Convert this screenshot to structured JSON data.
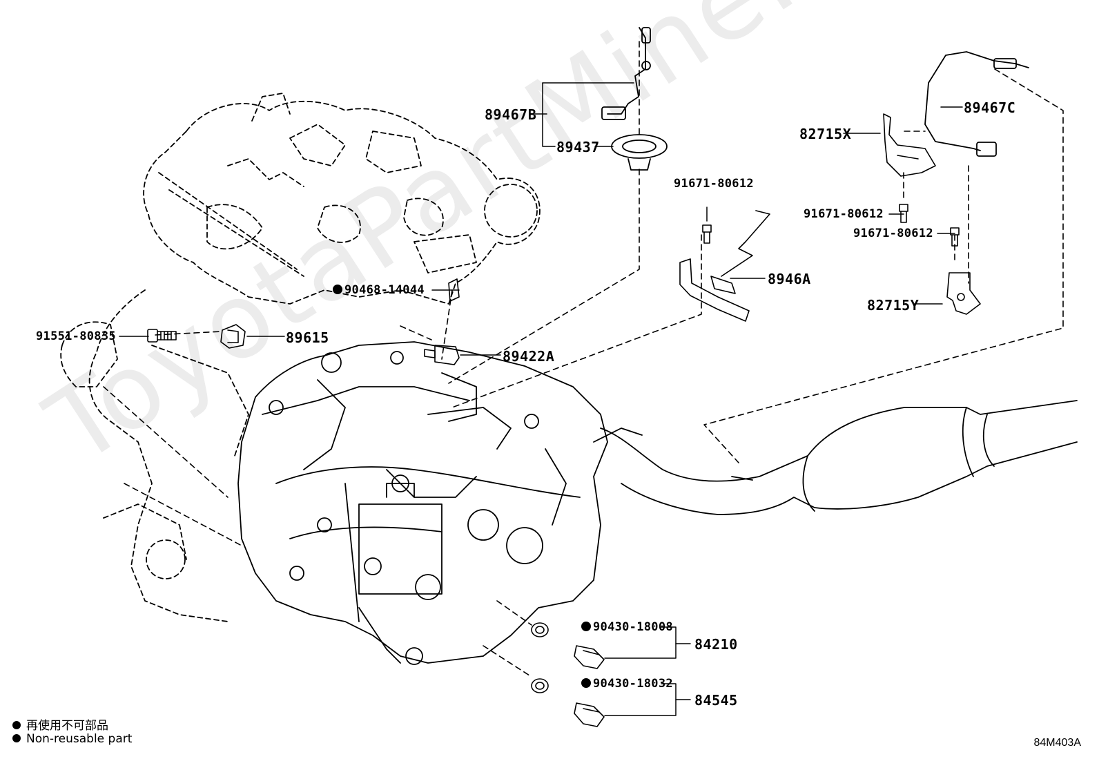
{
  "watermark": "ToyotaPartMine.ru",
  "figure_id": "84M403A",
  "legend": [
    {
      "icon": "filled-circle",
      "text": "再使用不可部品"
    },
    {
      "icon": "filled-circle",
      "text": "Non-reusable part"
    }
  ],
  "callouts": {
    "c89467B": "89467B",
    "c89437": "89437",
    "c91671_a": "91671-80612",
    "c91671_b": "91671-80612",
    "c91671_c": "91671-80612",
    "c89467C": "89467C",
    "c82715X": "82715X",
    "c8946A": "8946A",
    "c82715Y": "82715Y",
    "c90468": "90468-14044",
    "c91551": "91551-80835",
    "c89615": "89615",
    "c89422A": "89422A",
    "c90430_a": "90430-18008",
    "c84210": "84210",
    "c90430_b": "90430-18032",
    "c84545": "84545"
  }
}
